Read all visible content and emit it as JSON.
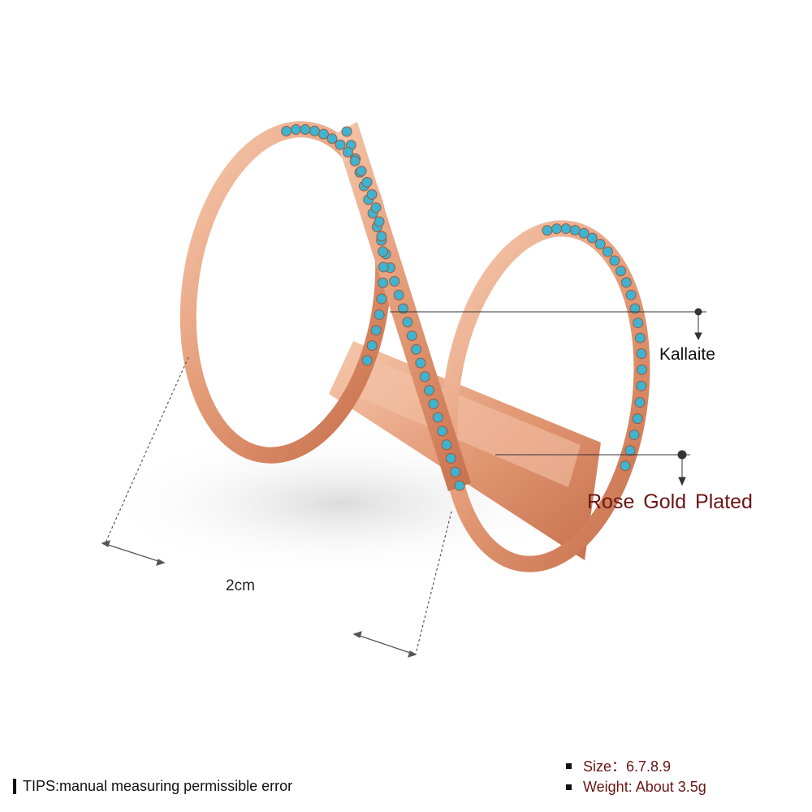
{
  "product": {
    "labels": {
      "stone": "Kallaite",
      "plating": "Rose Gold  Plated",
      "dimension": "2cm"
    },
    "tips": "TIPS:manual measuring permissible error",
    "specs": [
      "Size：6.7.8.9",
      "Weight: About 3.5g"
    ],
    "colors": {
      "metal": "#e8a27f",
      "stone": "#3fb3cf",
      "label_accent": "#6b1414"
    }
  }
}
